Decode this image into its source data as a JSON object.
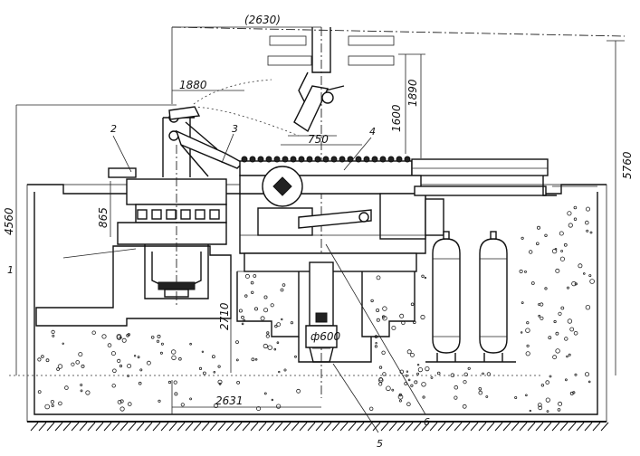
{
  "dimensions": {
    "d2630": "(2630)",
    "d1880": "1880",
    "d1890": "1890",
    "d1600": "1600",
    "d750": "750",
    "d5760": "5760",
    "d4560": "4560",
    "d865": "865",
    "d2710": "2710",
    "d2631": "2631",
    "dphi600": "ф600"
  },
  "callouts": {
    "c1": "1",
    "c2": "2",
    "c3": "3",
    "c4": "4",
    "c5": "5",
    "c6": "6"
  }
}
